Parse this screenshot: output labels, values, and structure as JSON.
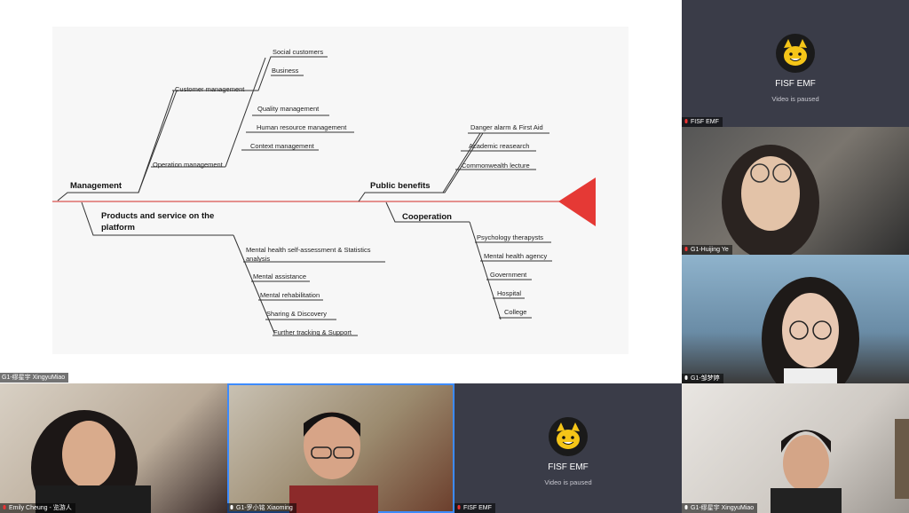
{
  "slide": {
    "main_branches": {
      "management": "Management",
      "products": "Products and service on the platform",
      "public_benefits": "Public benefits",
      "cooperation": "Cooperation"
    },
    "sub_branches": {
      "customer_management": "Customer management",
      "operation_management": "Operation management"
    },
    "items": {
      "social_customers": "Social customers",
      "business": "Business",
      "quality_management": "Quality management",
      "human_resource_management": "Human resource management",
      "context_management": "Context management",
      "danger_alarm": "Danger alarm & First Aid",
      "academic_research": "Academic reasearch",
      "commonwealth_lecture": "Commonwealth lecture",
      "mental_self_assessment": "Mental health self-assessment & Statistics analysis",
      "mental_assistance": "Mental assistance",
      "mental_rehabilitation": "Mental rehabilitation",
      "sharing_discovery": "Sharing & Discovery",
      "further_tracking": "Further tracking & Support",
      "psychology_therapists": "Psychology therapysts",
      "mental_health_agency": "Mental health agency",
      "government": "Government",
      "hospital": "Hospital",
      "college": "College"
    },
    "colors": {
      "spine": "#d9534f",
      "arrow_head": "#e53935",
      "lines": "#333333"
    }
  },
  "participants": {
    "top_tile": {
      "label": "FISF EMF",
      "name": "FISF EMF",
      "status": "Video is paused"
    },
    "huijing": {
      "label": "G1-Huijing Ye"
    },
    "zou": {
      "label": "G1-邹梦婷"
    },
    "emily": {
      "label": "Emily Cheung - 览游人"
    },
    "xiaoming": {
      "label": "G1-罗小铭 Xiaoming"
    },
    "center_tile": {
      "label": "FISF EMF",
      "name": "FISF EMF",
      "status": "Video is paused"
    },
    "xingyu_bottom": {
      "label": "G1-缪星宇 XingyuMiao"
    },
    "xingyu_floating": {
      "label": "G1-缪星宇 XingyuMiao"
    }
  }
}
